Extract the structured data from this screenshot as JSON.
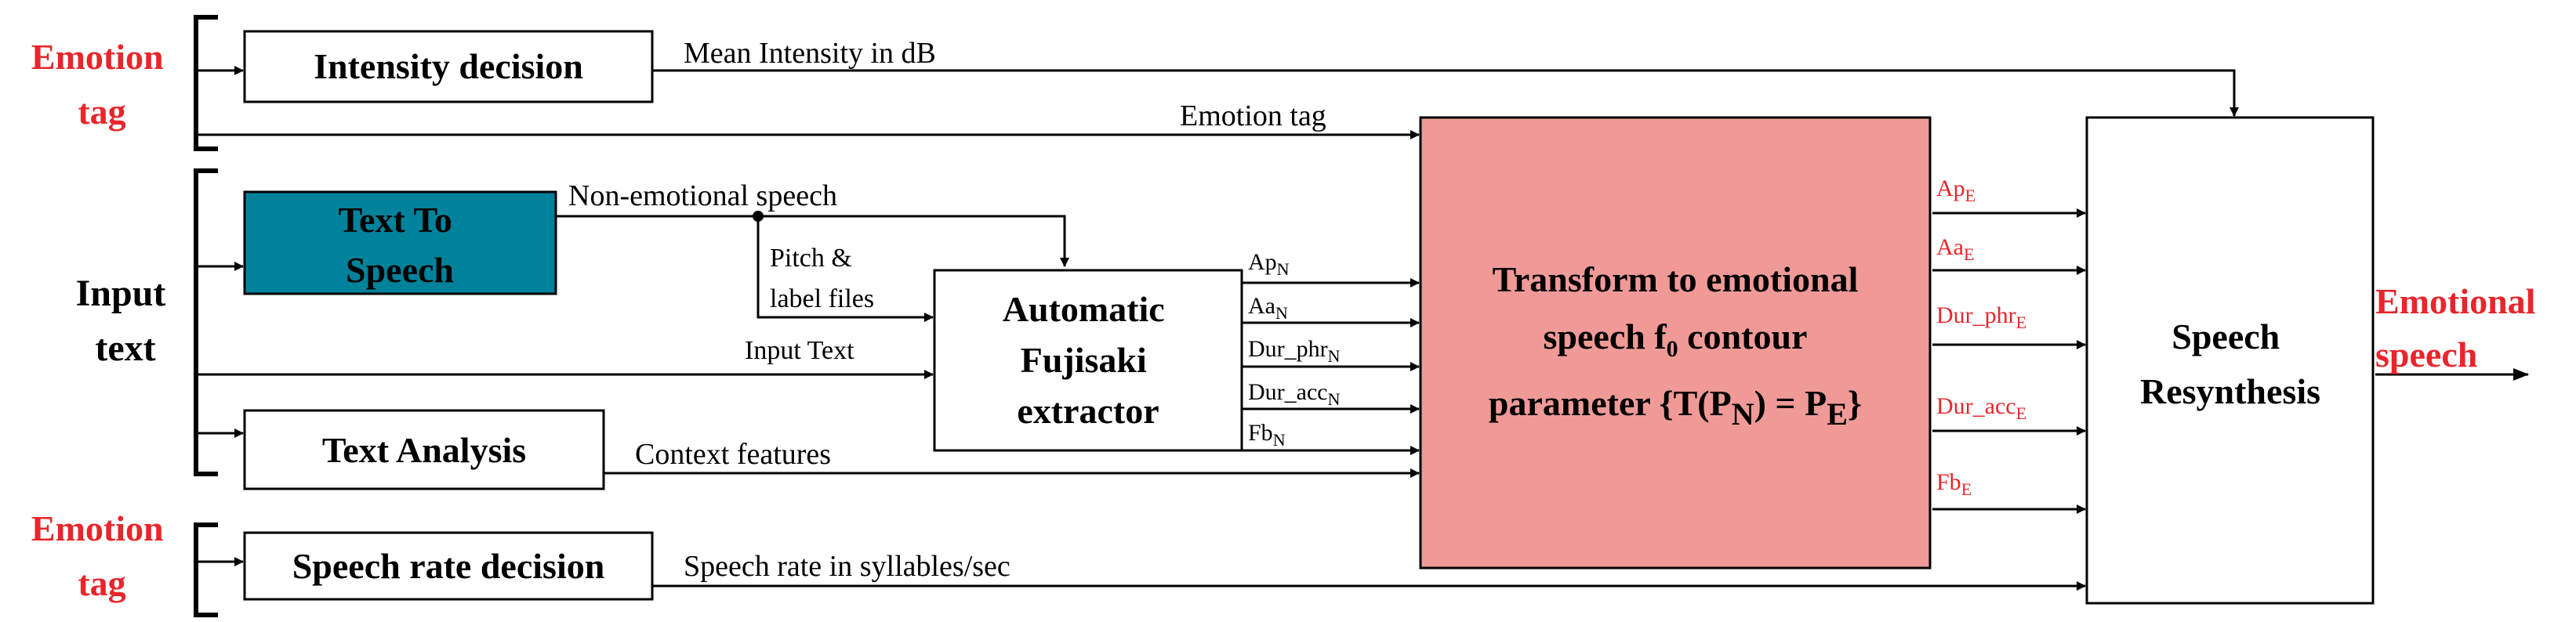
{
  "colors": {
    "line": "#000000",
    "red_text": "#e8262b",
    "tts_fill": "#00829b",
    "transform_fill": "#f09a97",
    "box_fill": "#ffffff"
  },
  "left_labels": {
    "emotion_tag_top": [
      "Emotion",
      "tag"
    ],
    "input_text": [
      "Input",
      "text"
    ],
    "emotion_tag_bottom": [
      "Emotion",
      "tag"
    ]
  },
  "boxes": {
    "intensity_decision": "Intensity decision",
    "text_to_speech": [
      "Text To",
      "Speech"
    ],
    "text_analysis": "Text Analysis",
    "speech_rate_decision": "Speech rate decision",
    "fujisaki": [
      "Automatic",
      "Fujisaki",
      "extractor"
    ],
    "transform": {
      "line1": "Transform to emotional",
      "line2_pre": "speech f",
      "line2_sub": "0",
      "line2_post": " contour",
      "line3_a": "parameter {T(P",
      "line3_sub1": "N",
      "line3_b": ") = P",
      "line3_sub2": "E",
      "line3_c": "}"
    },
    "resynthesis": [
      "Speech",
      "Resynthesis"
    ]
  },
  "arrow_labels": {
    "mean_intensity": "Mean Intensity in dB",
    "emotion_tag": "Emotion tag",
    "non_emotional": "Non-emotional speech",
    "pitch_label": [
      "Pitch &",
      "label files"
    ],
    "input_text": "Input Text",
    "context_features": "Context features",
    "speech_rate": "Speech rate in syllables/sec"
  },
  "fujisaki_params": [
    {
      "base": "Ap",
      "sub": "N"
    },
    {
      "base": "Aa",
      "sub": "N"
    },
    {
      "base": "Dur_phr",
      "sub": "N"
    },
    {
      "base": "Dur_acc",
      "sub": "N"
    },
    {
      "base": "Fb",
      "sub": "N"
    }
  ],
  "emotional_params": [
    {
      "base": "Ap",
      "sub": "E"
    },
    {
      "base": "Aa",
      "sub": "E"
    },
    {
      "base": "Dur_phr",
      "sub": "E"
    },
    {
      "base": "Dur_acc",
      "sub": "E"
    },
    {
      "base": "Fb",
      "sub": "E"
    }
  ],
  "output_label": [
    "Emotional",
    "speech"
  ]
}
